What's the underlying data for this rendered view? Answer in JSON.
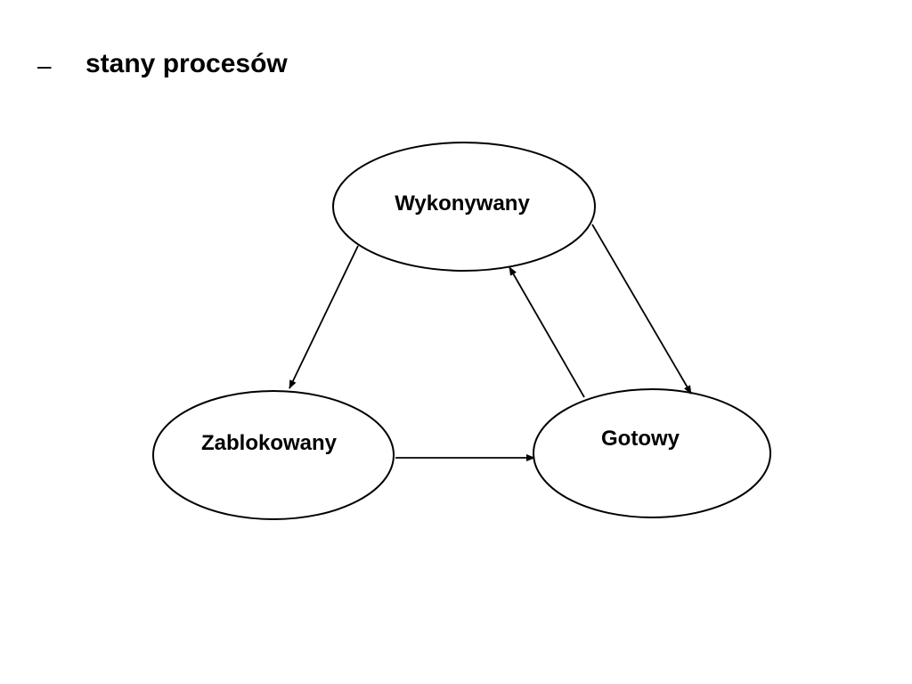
{
  "slide": {
    "bullet": "–",
    "heading": "stany procesów"
  },
  "diagram": {
    "states": {
      "running": "Wykonywany",
      "blocked": "Zablokowany",
      "ready": "Gotowy"
    },
    "transitions": [
      {
        "from": "running",
        "to": "blocked"
      },
      {
        "from": "running",
        "to": "ready"
      },
      {
        "from": "ready",
        "to": "running"
      },
      {
        "from": "blocked",
        "to": "ready"
      }
    ]
  },
  "colors": {
    "background": "#ffffff",
    "stroke": "#000000",
    "text": "#000000"
  }
}
